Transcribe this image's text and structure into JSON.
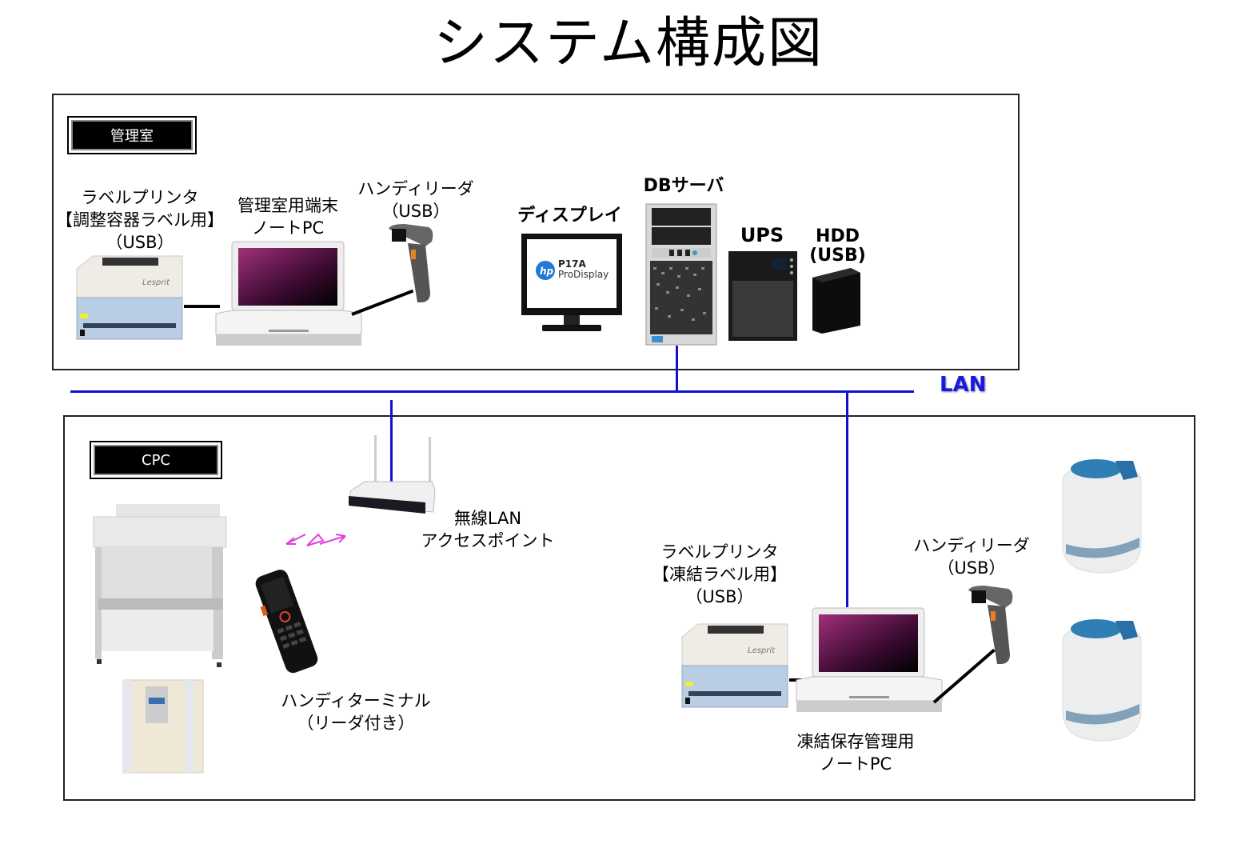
{
  "title": "システム構成図",
  "network": {
    "lan_label": "LAN",
    "lan_color": "#1010d0",
    "wireless_arrow_color": "#e040e0"
  },
  "rooms": {
    "management": {
      "badge": "管理室",
      "devices": {
        "label_printer": {
          "lines": [
            "ラベルプリンタ",
            "【調整容器ラベル用】",
            "（USB）"
          ]
        },
        "admin_laptop": {
          "lines": [
            "管理室用端末",
            "ノートPC"
          ]
        },
        "handy_reader": {
          "lines": [
            "ハンディリーダ",
            "（USB）"
          ]
        },
        "display": {
          "label": "ディスプレイ",
          "screen_model": "P17A",
          "screen_brand_text": "ProDisplay",
          "brand_logo": "hp"
        },
        "db_server": {
          "label": "DBサーバ"
        },
        "ups": {
          "label": "UPS"
        },
        "hdd": {
          "lines": [
            "HDD",
            "(USB)"
          ]
        }
      }
    },
    "cpc": {
      "badge": "CPC",
      "devices": {
        "safety_cabinet": {
          "icon": "safety-cabinet-icon"
        },
        "incubator": {
          "icon": "incubator-icon"
        },
        "handy_terminal": {
          "lines": [
            "ハンディターミナル",
            "（リーダ付き）"
          ]
        },
        "wireless_ap": {
          "lines": [
            "無線LAN",
            "アクセスポイント"
          ]
        },
        "freeze_printer": {
          "lines": [
            "ラベルプリンタ",
            "【凍結ラベル用】",
            "（USB）"
          ]
        },
        "freeze_laptop": {
          "lines": [
            "凍結保存管理用",
            "ノートPC"
          ]
        },
        "freeze_reader": {
          "lines": [
            "ハンディリーダ",
            "（USB）"
          ]
        },
        "ln2_tanks": {
          "count": 2,
          "icon": "liquid-nitrogen-tank-icon"
        }
      }
    }
  }
}
